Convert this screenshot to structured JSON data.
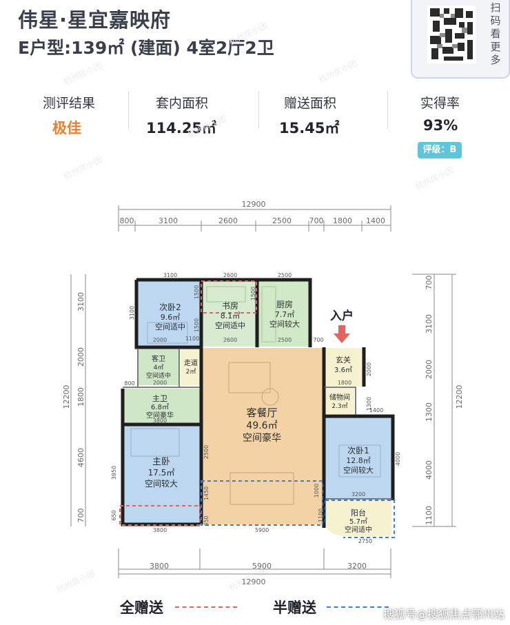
{
  "header": {
    "title": "伟星·星宜嘉映府",
    "subtitle": "E户型:139㎡ (建面)  4室2厅2卫"
  },
  "qr": {
    "side_text": "扫码看更多"
  },
  "stats": [
    {
      "label": "测评结果",
      "value": "极佳",
      "accent": "#ec7f2f"
    },
    {
      "label": "套内面积",
      "value": "114.25㎡"
    },
    {
      "label": "赠送面积",
      "value": "15.45㎡"
    },
    {
      "label": "实得率",
      "value": "93%"
    }
  ],
  "grade_badge": "评级：B",
  "watermark": "杭州房小团",
  "floorplan": {
    "top_dims": {
      "total": "12900",
      "segments": [
        "800",
        "3100",
        "2600",
        "2500",
        "700",
        "1800",
        "1400"
      ]
    },
    "bottom_dims": {
      "total": "12900",
      "segments": [
        "3800",
        "5900",
        "3200"
      ]
    },
    "left_dims": {
      "total": "12200",
      "segments": [
        "3100",
        "2000",
        "1800",
        "4600",
        "700"
      ]
    },
    "right_dims": {
      "total": "12200",
      "segments": [
        "700",
        "3100",
        "2000",
        "1300",
        "4000",
        "1100"
      ]
    },
    "entry_label": "入户",
    "rooms": [
      {
        "name": "次卧2",
        "area": "9.6㎡",
        "rating": "空间适中"
      },
      {
        "name": "书房",
        "area": "8.1㎡",
        "rating": "空间适中"
      },
      {
        "name": "厨房",
        "area": "7.7㎡",
        "rating": "空间较大"
      },
      {
        "name": "客卫",
        "area": "4㎡",
        "rating": "空间适中"
      },
      {
        "name": "走道",
        "area": "2㎡",
        "rating": ""
      },
      {
        "name": "玄关",
        "area": "3.6㎡",
        "rating": ""
      },
      {
        "name": "储物间",
        "area": "2.3㎡",
        "rating": ""
      },
      {
        "name": "主卫",
        "area": "6.8㎡",
        "rating": "空间豪华"
      },
      {
        "name": "客餐厅",
        "area": "49.6㎡",
        "rating": "空间豪华"
      },
      {
        "name": "次卧1",
        "area": "12.8㎡",
        "rating": "空间较大"
      },
      {
        "name": "主卧",
        "area": "17.5㎡",
        "rating": "空间较大"
      },
      {
        "name": "阳台",
        "area": "5.7㎡",
        "rating": "空间适中"
      }
    ],
    "inner_dims": [
      "3100",
      "2600",
      "2500",
      "3100",
      "1500",
      "1100",
      "2000",
      "2600",
      "2500",
      "700",
      "2000",
      "800",
      "2000",
      "1800",
      "1300",
      "1400",
      "3800",
      "2500",
      "1450",
      "3950",
      "650",
      "3800",
      "5900",
      "1000",
      "1100",
      "3200",
      "2750",
      "4000",
      "650",
      "1500",
      "1500"
    ],
    "colors": {
      "bedroom": "#bcd7ef",
      "living": "#f3d3a6",
      "entry": "#f6f1cf",
      "bath": "#cfe7c6",
      "kitchen": "#d2e9c7",
      "study": "#d6ebd0",
      "wall": "#1f1f1f",
      "full_gift": "#e2645f",
      "half_gift": "#3e7fd5"
    }
  },
  "legend": [
    {
      "label": "全赠送",
      "color": "#e2645f"
    },
    {
      "label": "半赠送",
      "color": "#3e7fd5"
    }
  ],
  "footer": "搜狐号@搜狐焦点鄂州站"
}
